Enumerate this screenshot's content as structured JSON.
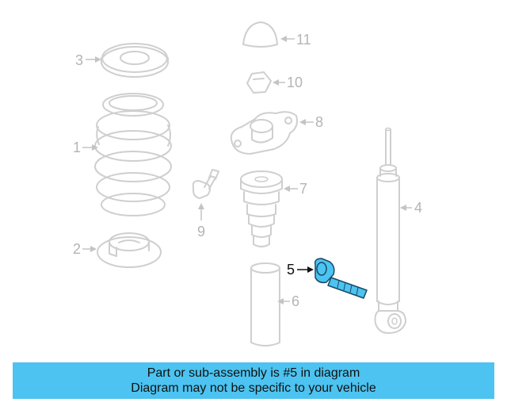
{
  "diagram": {
    "callouts": {
      "p1": "1",
      "p2": "2",
      "p3": "3",
      "p4": "4",
      "p5": "5",
      "p6": "6",
      "p7": "7",
      "p8": "8",
      "p9": "9",
      "p10": "10",
      "p11": "11"
    },
    "highlight_color": "#4cc3f0",
    "highlighted_part": "5"
  },
  "banner": {
    "line1": "Part or sub-assembly is #5 in diagram",
    "line2": "Diagram may not be specific to your vehicle"
  }
}
